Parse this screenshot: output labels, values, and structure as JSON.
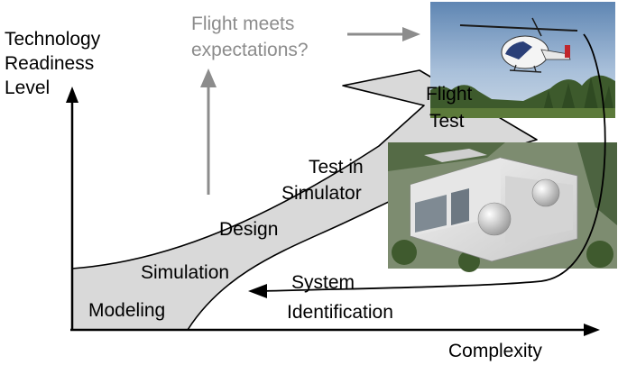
{
  "axes": {
    "y_label": [
      "Technology",
      "Readiness",
      "Level"
    ],
    "x_label": "Complexity"
  },
  "question": [
    "Flight meets",
    "expectations?"
  ],
  "stages": {
    "modeling": "Modeling",
    "simulation": "Simulation",
    "design": "Design",
    "test_in_simulator": [
      "Test in",
      "Simulator"
    ],
    "flight_test": [
      "Flight",
      "Test"
    ]
  },
  "feedback": [
    "System",
    "Identification"
  ],
  "images": [
    "helicopter-photo",
    "simulator-facility-rendering"
  ],
  "colors": {
    "ribbon_fill": "#d9d9d9",
    "question_text": "#8c8c8c",
    "arrow_gray": "#8c8c8c",
    "ink": "#000000"
  }
}
